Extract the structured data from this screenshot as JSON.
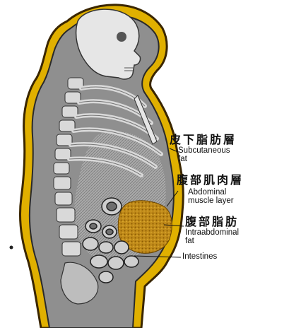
{
  "labels": {
    "subcutaneous": {
      "zh": "皮下脂肪層",
      "en": "Subcutaneous\nfat"
    },
    "abdominal_muscle": {
      "zh": "腹部肌肉層",
      "en": "Abdominal\nmuscle layer"
    },
    "intraabdominal": {
      "zh": "腹部脂肪",
      "en": "Intraabdominal\nfat"
    },
    "intestines": {
      "en": "Intestines"
    }
  },
  "colors": {
    "fat_layer": "#e0b000",
    "fat_dark": "#a87400",
    "skin_outline": "#3a2600",
    "bone": "#d9d9d9",
    "bone_edge": "#333333",
    "body_interior": "#9a9a9a",
    "intraabdominal_fat": "#b98820",
    "background": "#ffffff"
  }
}
